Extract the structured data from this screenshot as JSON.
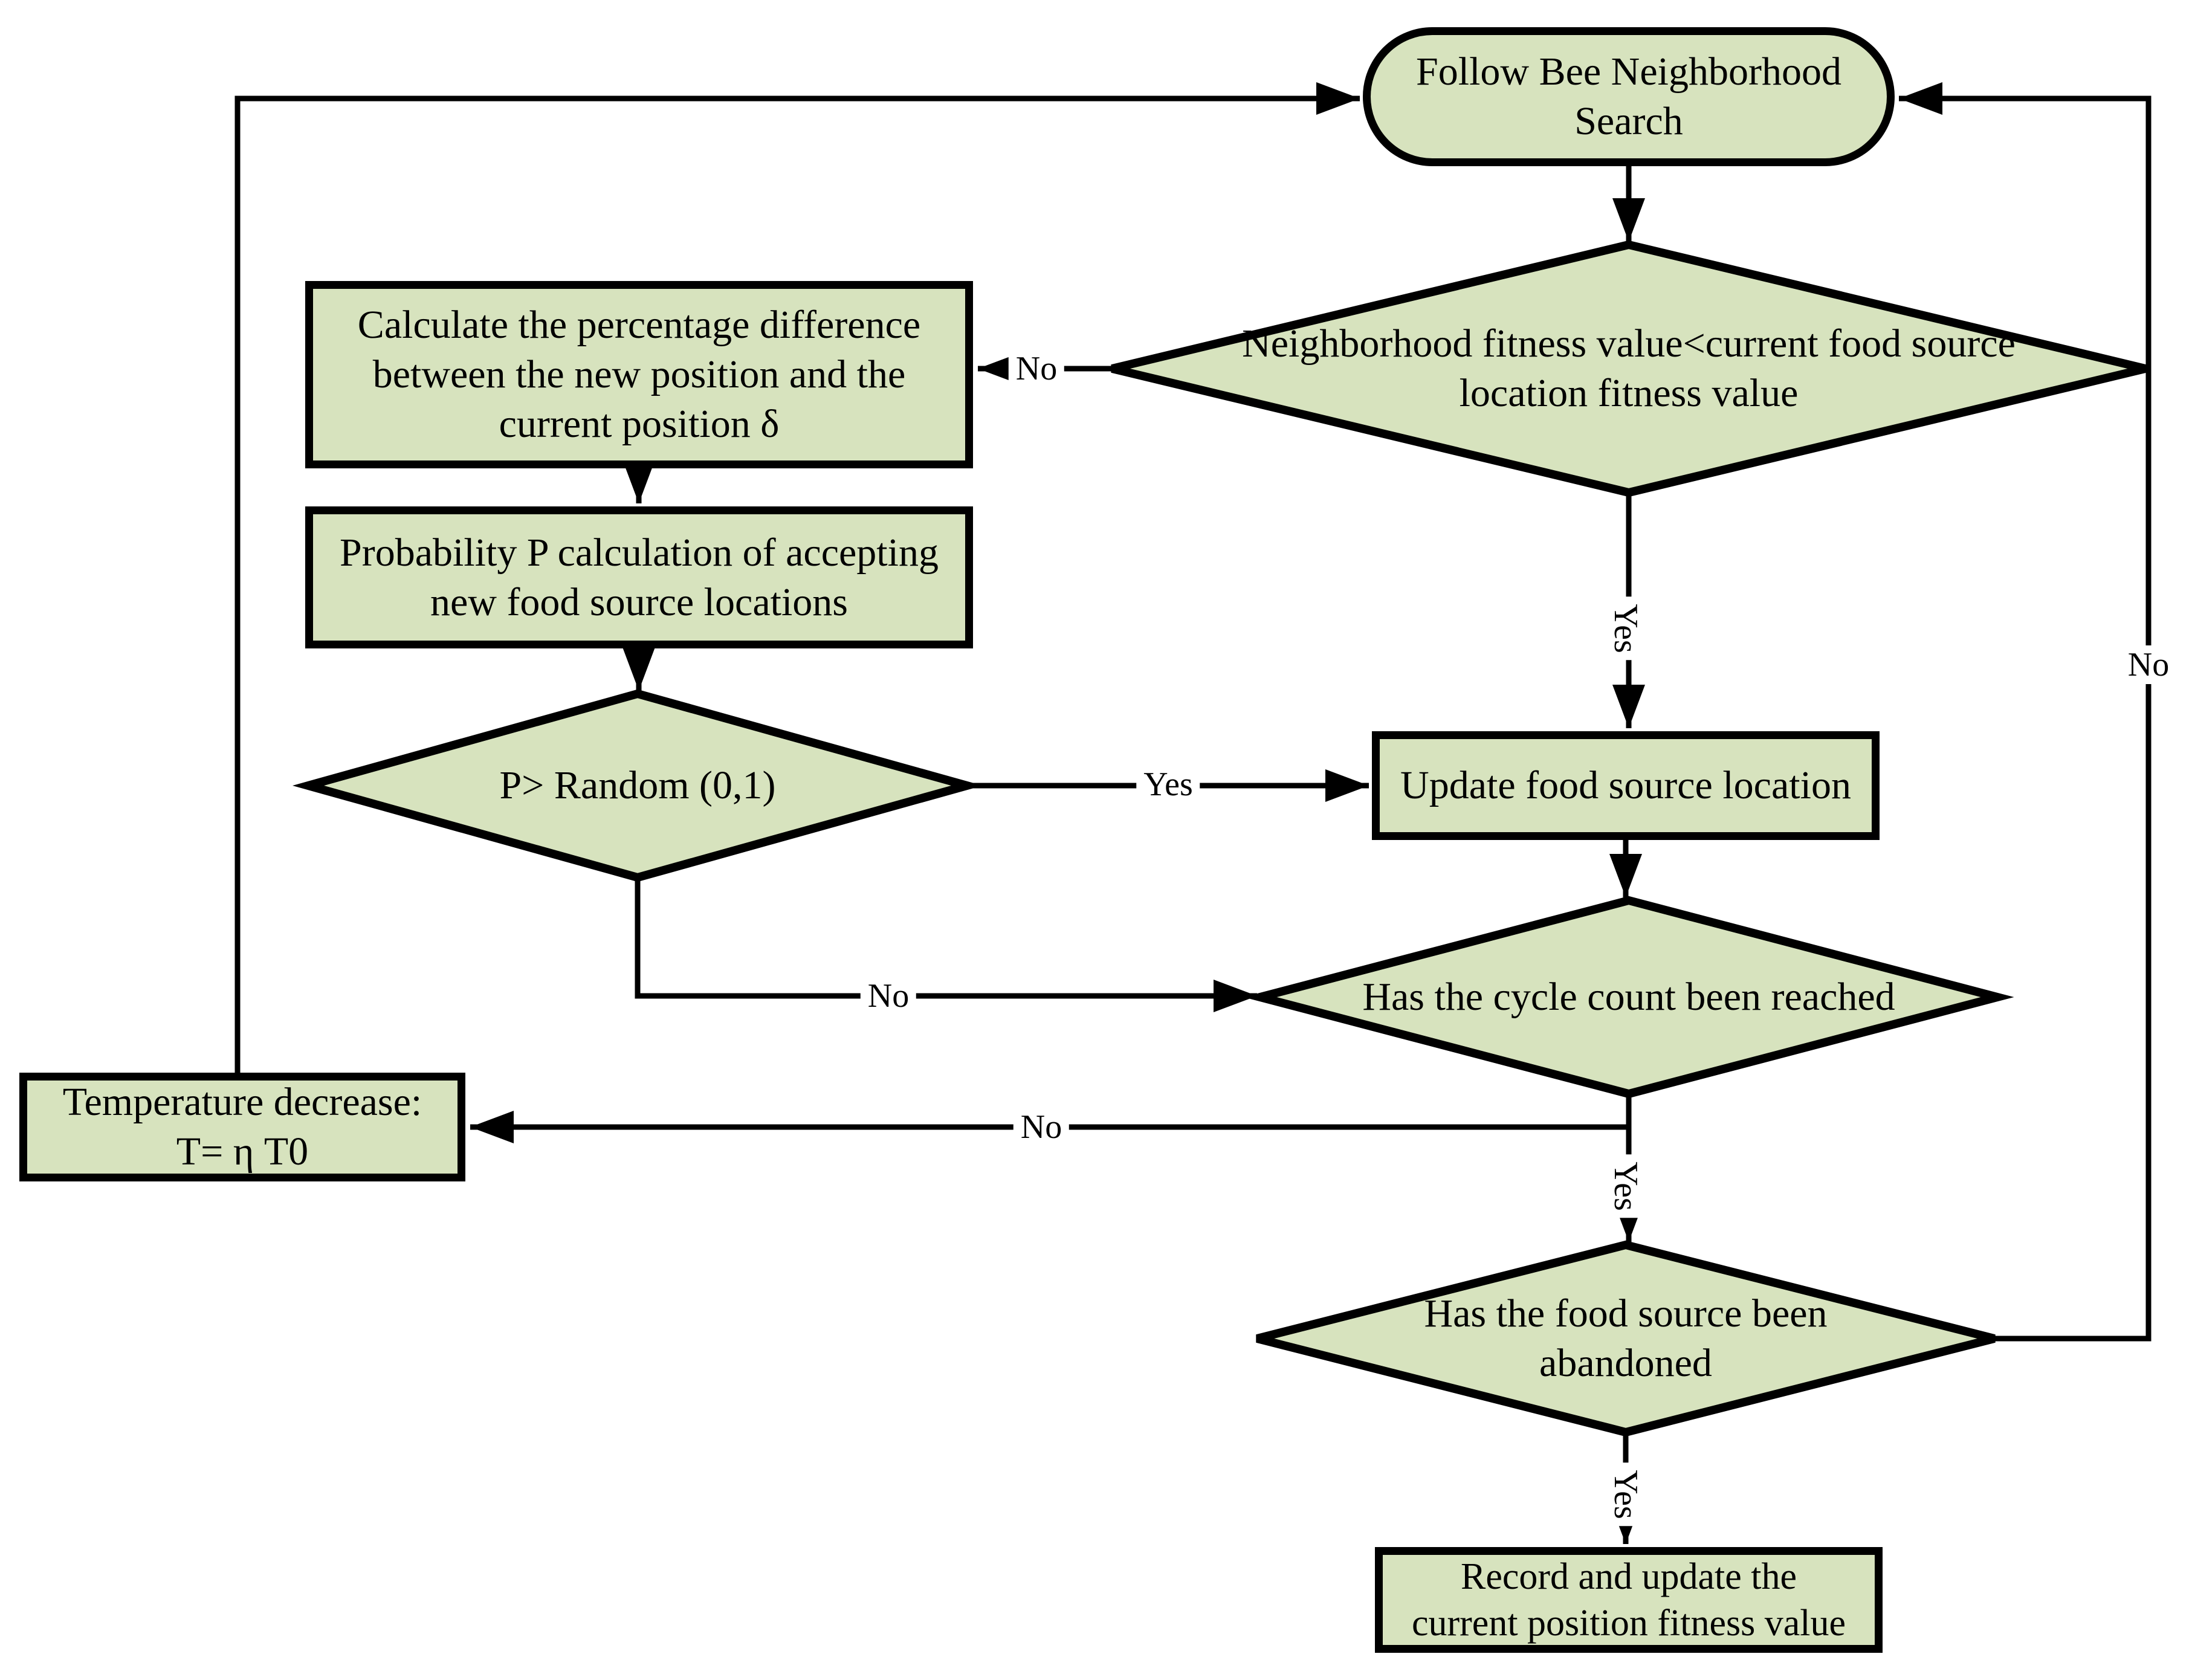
{
  "diagram": {
    "type": "flowchart",
    "description": "Follow bee neighborhood search flowchart with simulated-annealing acceptance"
  },
  "colors": {
    "shape_fill": "#d7e3be",
    "shape_stroke": "#000000",
    "canvas_bg": "#ffffff",
    "text": "#000000"
  },
  "nodes": {
    "follow_bee": {
      "type": "terminator",
      "lines": [
        "Follow Bee Neighborhood",
        "Search"
      ]
    },
    "neighborhood_decision": {
      "type": "decision",
      "lines": [
        "Neighborhood fitness value<current food source",
        "location fitness value"
      ]
    },
    "calc_percentage": {
      "type": "process",
      "lines": [
        "Calculate the percentage difference",
        "between the new position and the",
        "current position δ"
      ]
    },
    "probability": {
      "type": "process",
      "lines": [
        "Probability P calculation of accepting",
        "new food source locations"
      ]
    },
    "p_random": {
      "type": "decision",
      "lines": [
        "P> Random (0,1)"
      ]
    },
    "update_food": {
      "type": "process",
      "lines": [
        "Update food source location"
      ]
    },
    "cycle_count": {
      "type": "decision",
      "lines": [
        "Has the cycle count been reached"
      ]
    },
    "temperature": {
      "type": "process",
      "lines": [
        "Temperature decrease:",
        "T= η T0"
      ]
    },
    "abandoned": {
      "type": "decision",
      "lines": [
        "Has the food source been",
        "abandoned"
      ]
    },
    "record": {
      "type": "process",
      "lines": [
        "Record and update the",
        "current position fitness value"
      ]
    }
  },
  "edge_labels": {
    "neighborhood_no": "No",
    "neighborhood_yes": "Yes",
    "p_yes": "Yes",
    "p_no": "No",
    "cycle_yes": "Yes",
    "cycle_no": "No",
    "abandoned_yes": "Yes",
    "abandoned_no": "No"
  }
}
